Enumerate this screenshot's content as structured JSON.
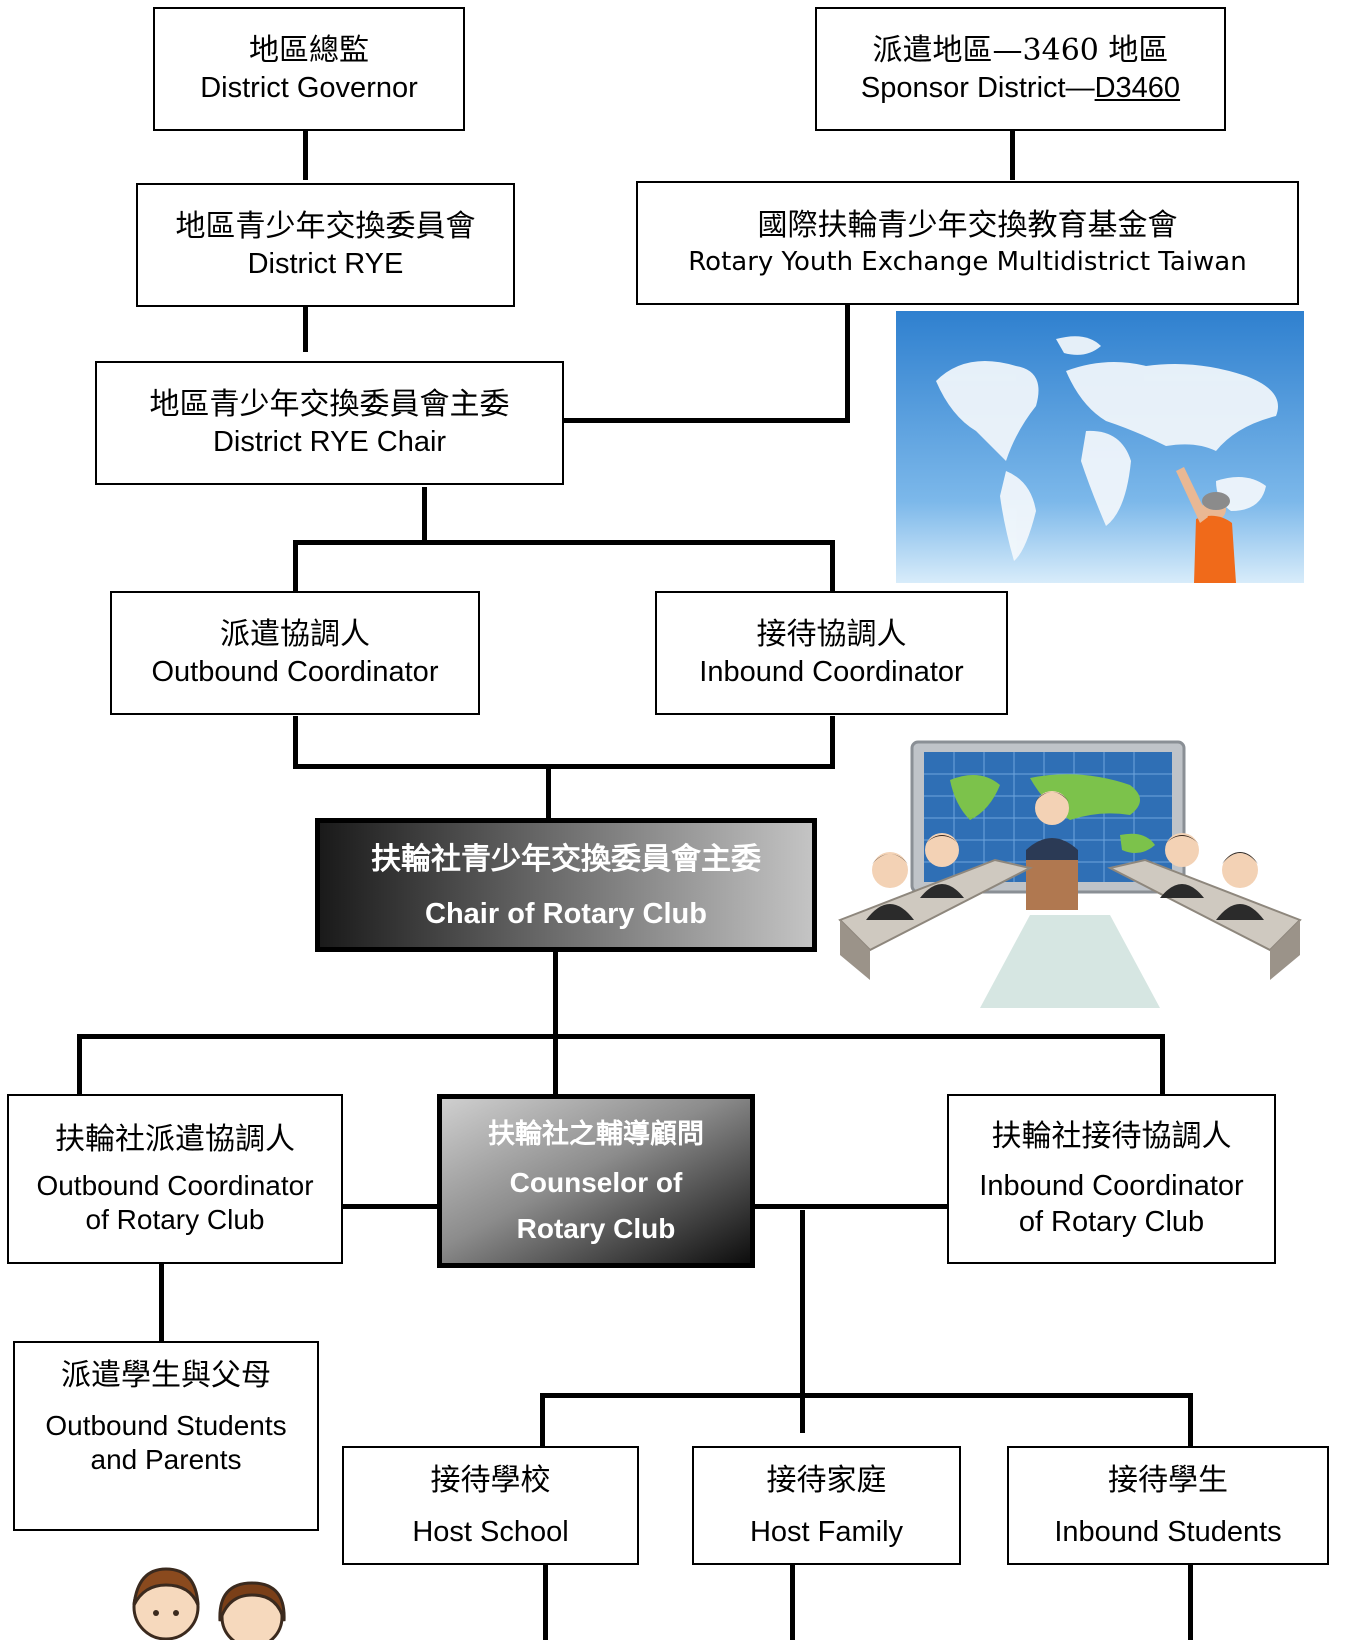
{
  "nodes": {
    "governor": {
      "zh": "地區總監",
      "en": "District Governor"
    },
    "sponsor": {
      "zh": "派遣地區—3460 地區",
      "en_prefix": "Sponsor District—",
      "en_code": "D3460"
    },
    "district_rye": {
      "zh": "地區青少年交換委員會",
      "en": "District RYE"
    },
    "rye_taiwan": {
      "zh": "國際扶輪青少年交換教育基金會",
      "en": "Rotary Youth Exchange Multidistrict Taiwan"
    },
    "rye_chair": {
      "zh": "地區青少年交換委員會主委",
      "en": "District RYE Chair"
    },
    "outbound_coord": {
      "zh": "派遣協調人",
      "en": "Outbound Coordinator"
    },
    "inbound_coord": {
      "zh": "接待協調人",
      "en": "Inbound Coordinator"
    },
    "club_chair": {
      "zh": "扶輪社青少年交換委員會主委",
      "en": "Chair of Rotary Club"
    },
    "club_outbound": {
      "zh": "扶輪社派遣協調人",
      "en1": "Outbound Coordinator",
      "en2": "of Rotary Club"
    },
    "counselor": {
      "zh": "扶輪社之輔導顧問",
      "en1": "Counselor of",
      "en2": "Rotary Club"
    },
    "club_inbound": {
      "zh": "扶輪社接待協調人",
      "en1": "Inbound Coordinator",
      "en2": "of Rotary Club"
    },
    "outbound_students": {
      "zh": "派遣學生與父母",
      "en1": "Outbound Students",
      "en2": "and Parents"
    },
    "host_school": {
      "zh": "接待學校",
      "en": "Host School"
    },
    "host_family": {
      "zh": "接待家庭",
      "en": "Host Family"
    },
    "inbound_students": {
      "zh": "接待學生",
      "en": "Inbound Students"
    }
  },
  "colors": {
    "sky": "#3b8fd6",
    "shirt": "#f06a1a",
    "continent": "#7cc24b",
    "screen": "#2f6fb5"
  }
}
